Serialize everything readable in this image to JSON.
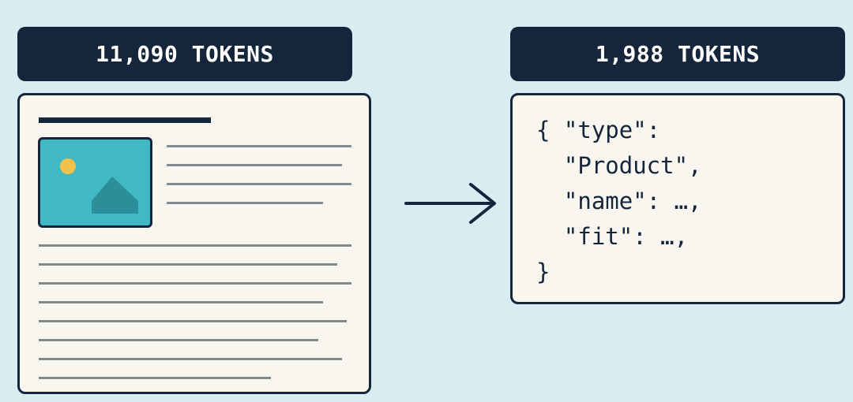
{
  "left_badge": {
    "label": "11,090 TOKENS"
  },
  "right_badge": {
    "label": "1,988 TOKENS"
  },
  "json_snippet": {
    "lines": [
      "{ \"type\":",
      "  \"Product\",",
      "  \"name\": …,",
      "  \"fit\": …,",
      "}"
    ]
  },
  "colors": {
    "background": "#d8ecf1",
    "navy": "#15253b",
    "panel": "#f8f6ee",
    "image_teal": "#40b9c4",
    "mountain": "#2b8e98",
    "sun": "#f2c14a",
    "text_line": "#7f8a8e"
  },
  "icons": {
    "image_placeholder": "image-icon",
    "arrow": "arrow-right-icon"
  }
}
